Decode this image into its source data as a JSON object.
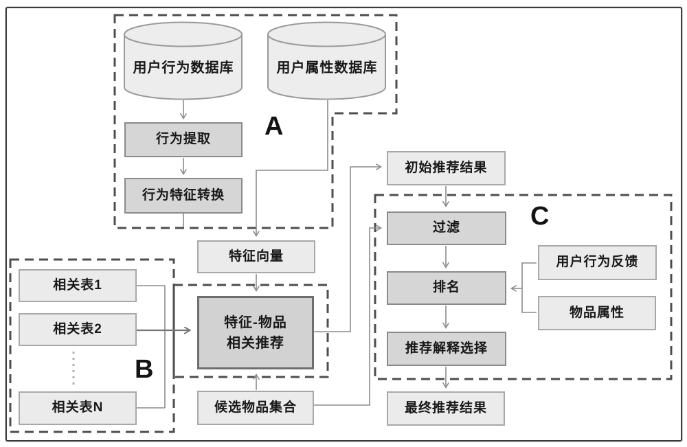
{
  "diagram": {
    "groups": {
      "a_label": "A",
      "b_label": "B",
      "c_label": "C"
    },
    "nodes": {
      "user_behavior_db": "用户行为数据库",
      "user_attr_db": "用户属性数据库",
      "behavior_extract": "行为提取",
      "behavior_feature_transform": "行为特征转换",
      "feature_vector": "特征向量",
      "feature_item_rec_line1": "特征-物品",
      "feature_item_rec_line2": "相关推荐",
      "candidate_item_set": "候选物品集合",
      "related_table_1": "相关表1",
      "related_table_2": "相关表2",
      "related_table_n": "相关表N",
      "initial_rec_result": "初始推荐结果",
      "filter": "过滤",
      "ranking": "排名",
      "rec_explanation_select": "推荐解释选择",
      "final_rec_result": "最终推荐结果",
      "user_behavior_feedback": "用户行为反馈",
      "item_attributes": "物品属性"
    },
    "colors": {
      "light_box_fill": "#ebebeb",
      "dark_box_fill": "#d6d6d6",
      "emphasis_box_fill": "#d2d2d2",
      "box_border": "#8a8a8a",
      "dashed_outline": "#4d4d4d",
      "connector": "#8c8c8c",
      "text": "#181818"
    }
  }
}
